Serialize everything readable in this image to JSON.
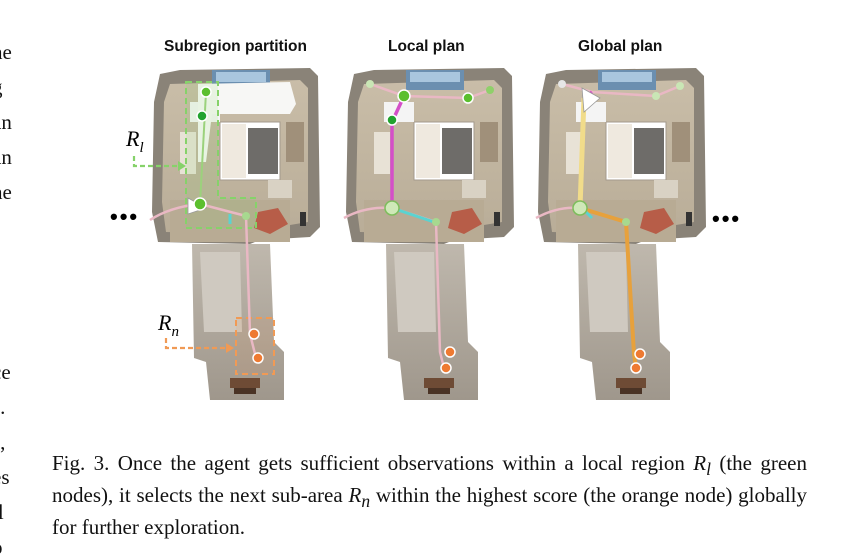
{
  "left_margin_fragments": [
    "he",
    "g",
    "an",
    "an",
    "he",
    "ce",
    "s.",
    "s,",
    "es",
    "ll",
    "o"
  ],
  "panels": {
    "subregion": "Subregion partition",
    "local": "Local plan",
    "global": "Global plan"
  },
  "labels": {
    "rl_base": "R",
    "rl_sub": "l",
    "rn_base": "R",
    "rn_sub": "n",
    "ellipsis": "•••"
  },
  "caption": {
    "p1": "Fig. 3.  Once the agent gets sufficient observations within a local region ",
    "rl": "R",
    "rl_sub": "l",
    "p2": " (the green nodes), it selects the next sub-area ",
    "rn": "R",
    "rn_sub": "n",
    "p3": " within the highest score (the orange node) globally for further exploration."
  },
  "colors": {
    "green_node": "#5bbf2e",
    "orange_node": "#ee7a32",
    "pink_path": "#e9b8c4",
    "magenta_path": "#d44fc8",
    "yellow_path": "#f1dc8a",
    "orange_path": "#e7a13c",
    "cyan_path": "#5ad3d1"
  }
}
